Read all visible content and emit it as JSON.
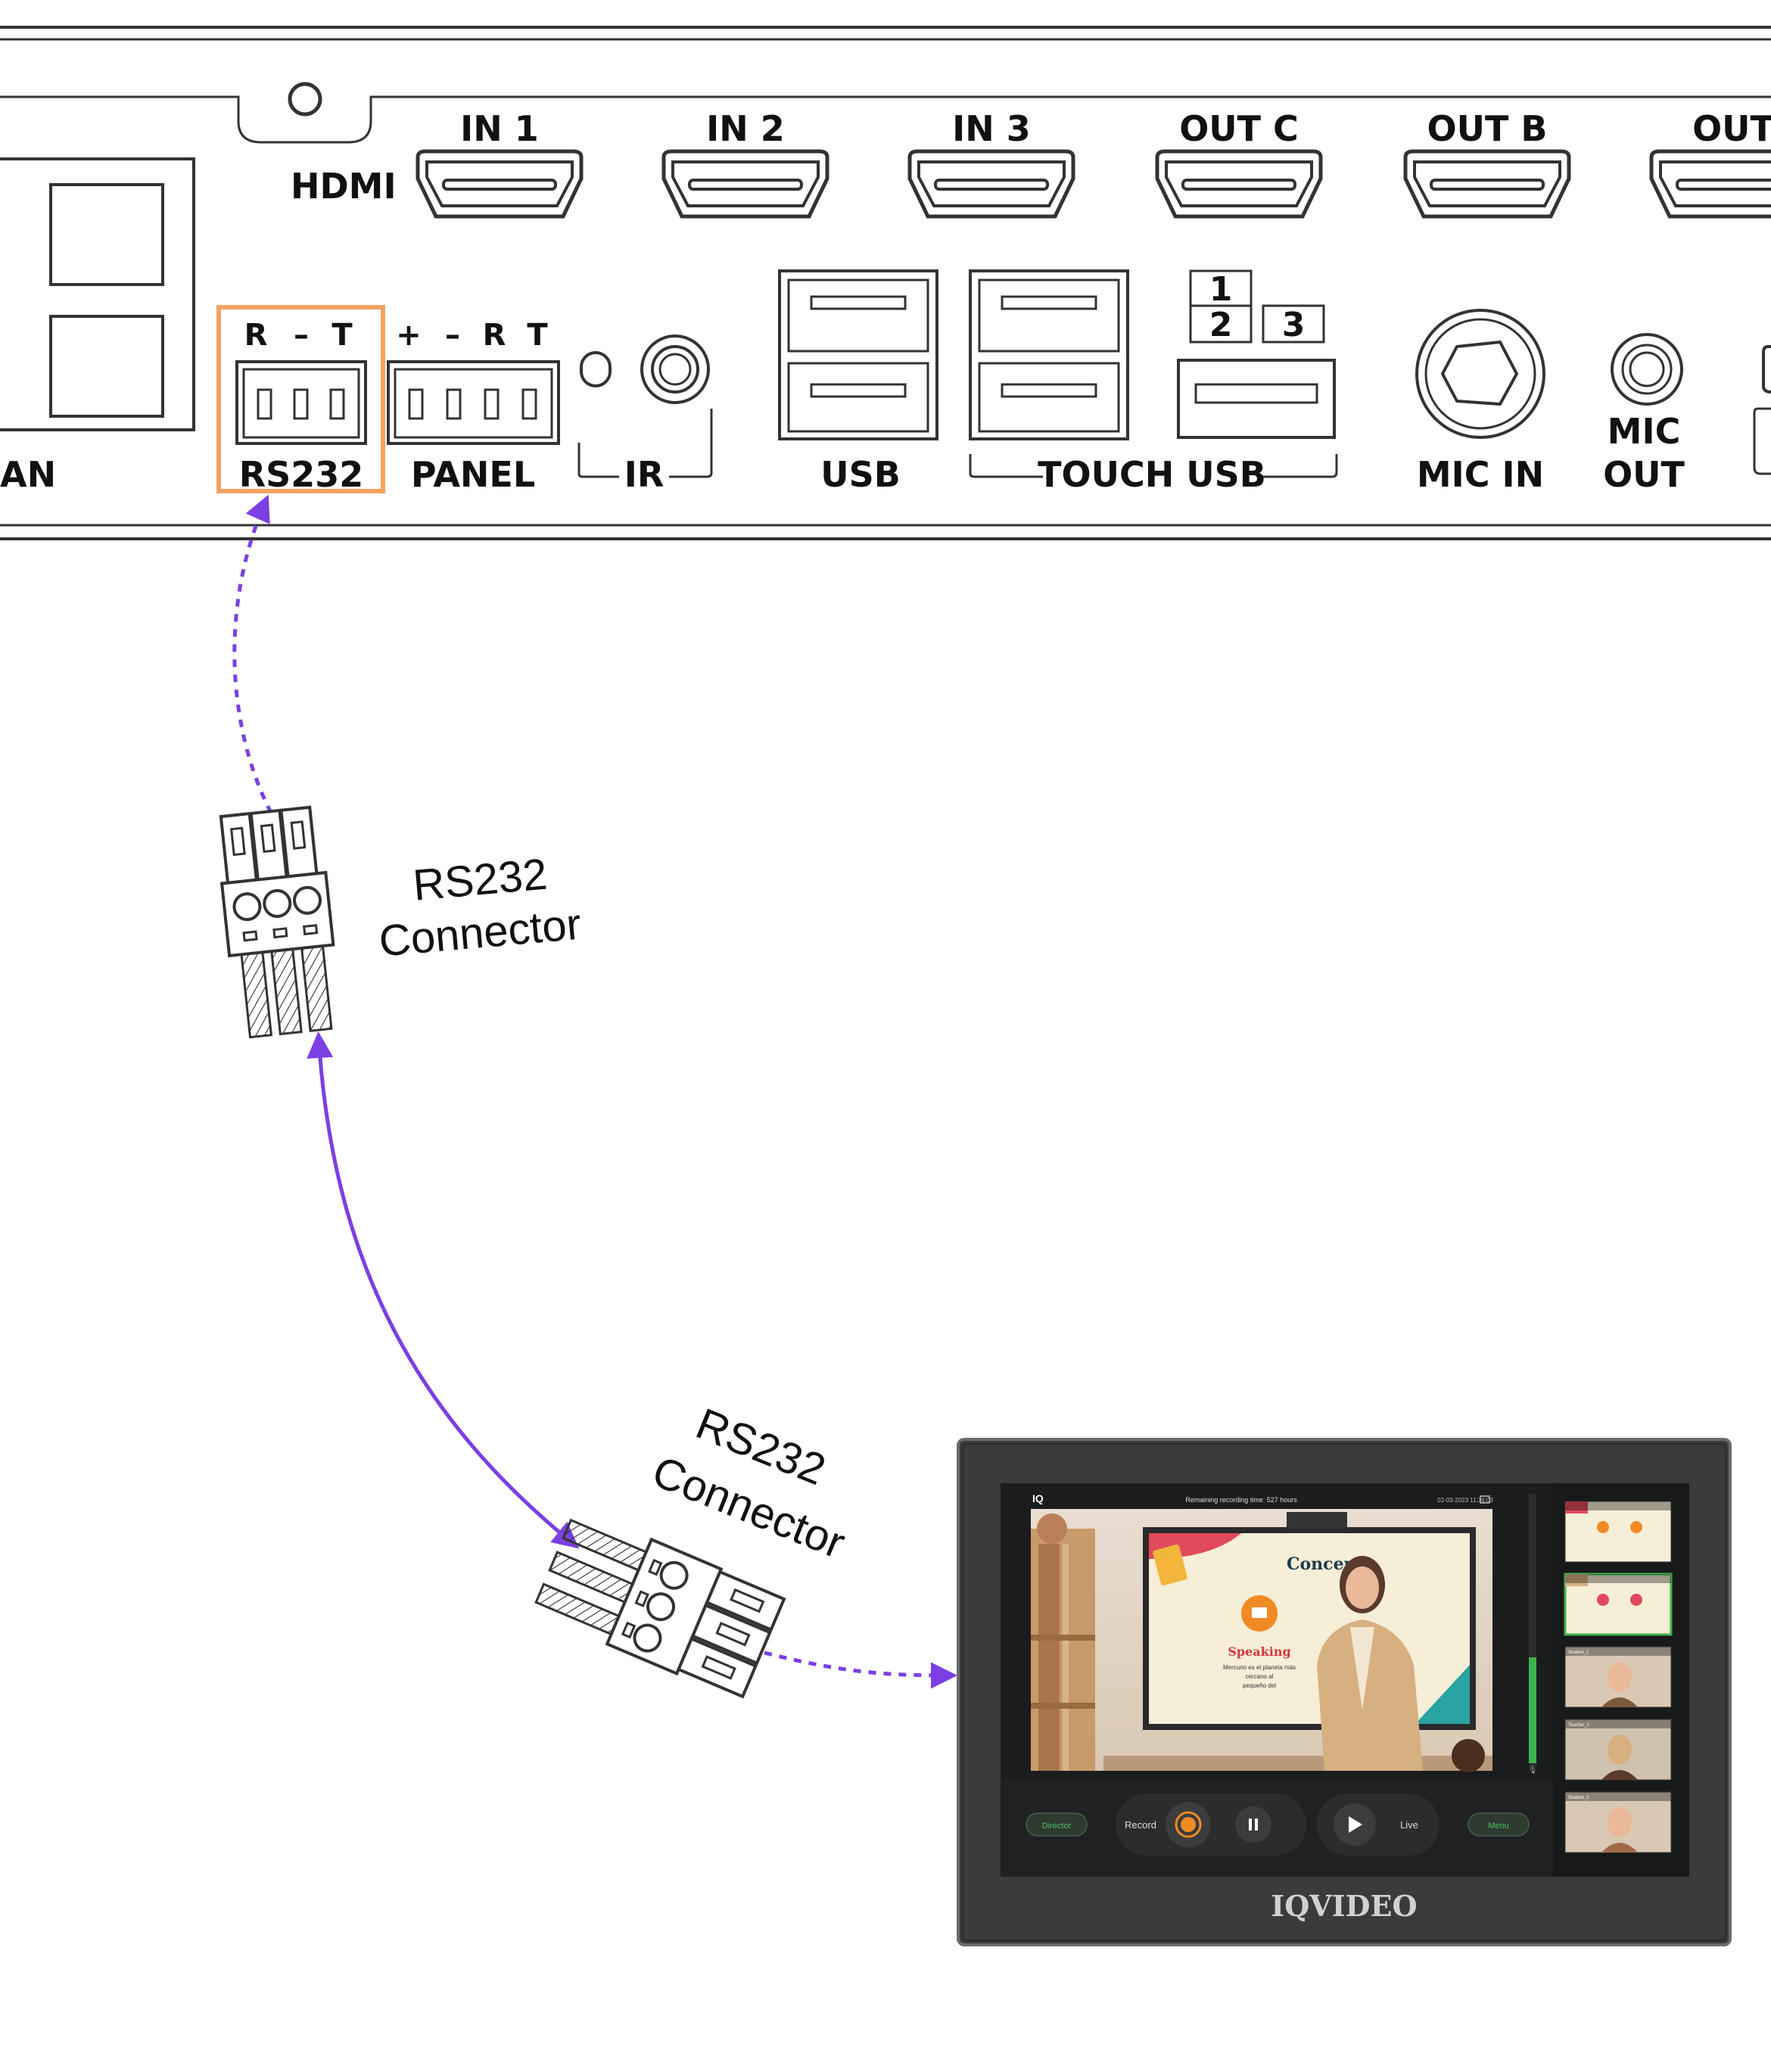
{
  "panel": {
    "hdmi_label": "HDMI",
    "hdmi_ports": [
      "IN 1",
      "IN 2",
      "IN 3",
      "OUT C",
      "OUT B",
      "OUT"
    ],
    "lan_label": "AN",
    "rs232_pins": [
      "R",
      "–",
      "T"
    ],
    "rs232_label": "RS232",
    "panel_pins": [
      "+",
      "–",
      "R",
      "T"
    ],
    "panel_label": "PANEL",
    "ir_label": "IR",
    "usb_label": "USB",
    "touch_usb_label": "TOUCH USB",
    "touch_usb_numbers": [
      "1",
      "2",
      "3"
    ],
    "mic_in_label": "MIC IN",
    "mic_out_label_1": "MIC",
    "mic_out_label_2": "OUT"
  },
  "connectors": {
    "top_line1": "RS232",
    "top_line2": "Connector",
    "bottom_line1": "RS232",
    "bottom_line2": "Connector"
  },
  "device": {
    "brand": "IQVIDEO",
    "screen": {
      "logo": "IQ",
      "status": "Remaining recording time: 527 hours",
      "datetime": "02-03-2023 11:36:03",
      "slide_title": "Concept",
      "slide_heading": "Speaking",
      "slide_text_1": "Mercurio es el planeta más",
      "slide_text_2": "cercano al",
      "slide_text_3": "pequeño del",
      "director": "Director",
      "record": "Record",
      "live": "Live",
      "menu": "Menu",
      "thumb_captions": [
        "",
        "",
        "Student_1",
        "Teacher_1",
        "Student_2"
      ]
    }
  },
  "colors": {
    "highlight": "#F4A261",
    "arrow": "#7B3FE4",
    "device_bezel": "#3a3b3d",
    "record_accent": "#F08A24"
  }
}
